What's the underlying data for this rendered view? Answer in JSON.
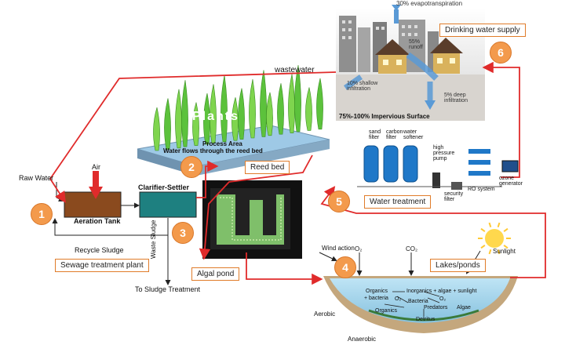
{
  "colors": {
    "flow_arrow": "#e02b2b",
    "label_border": "#e07c2a",
    "number_circle": "#f39a4c",
    "water": "#a9d7ef",
    "blue_arrow": "#5a9ad6"
  },
  "city": {
    "evapotranspiration": "30% evapotranspiration",
    "runoff": "55% runoff",
    "shallow": "10% shallow infiltration",
    "deep": "5% deep infiltration",
    "impervious": "75%-100% Impervious Surface",
    "drinking_supply": "Drinking water supply"
  },
  "wastewater": "wastewater",
  "raw_water": "Raw Water",
  "air": "Air",
  "aeration_tank": "Aeration Tank",
  "clarifier": "Clarifier-Settler",
  "recycle_sludge": "Recycle Sludge",
  "sewage_plant": "Sewage treatment plant",
  "waste_sludge": "Waste Sludge",
  "sludge_treatment": "To Sludge Treatment",
  "reed": {
    "plants": "Plants",
    "process_area": "Process Area",
    "flows": "Water flows through the reed bed",
    "label": "Reed bed"
  },
  "algal_pond": "Algal pond",
  "water_treatment": {
    "label": "Water treatment",
    "sand_filter": "sand filter",
    "carbon_filter": "carbon filter",
    "water_softener": "water softener",
    "pump": "high pressure pump",
    "security_filter": "security filter",
    "ro_system": "RO system",
    "ozone": "ozone generator"
  },
  "lake": {
    "label": "Lakes/ponds",
    "wind": "Wind action",
    "o2": "O₂",
    "co2": "CO₂",
    "sunlight": "Sunlight",
    "aerobic": "Aerobic",
    "anaerobic": "Anaerobic",
    "organics1": "Organics",
    "inorganics": "Inorganics + algae + sunlight",
    "bacteria1": "+ bacteria",
    "o2b": "O₂",
    "bacteria2": "Bacteria",
    "o2c": "O₂",
    "predators": "Predators",
    "algae": "Algae",
    "organics2": "Organics",
    "detritus": "Detritus"
  },
  "steps": [
    "1",
    "2",
    "3",
    "4",
    "5",
    "6"
  ]
}
